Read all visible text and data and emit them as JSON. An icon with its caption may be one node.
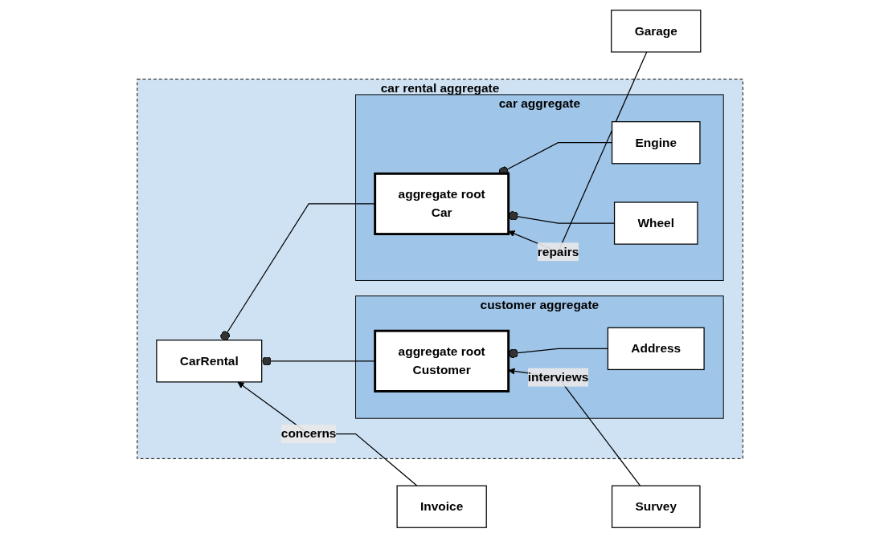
{
  "diagram": {
    "nodes": [
      {
        "text": [
          "car rental aggregate"
        ]
      },
      {
        "text": [
          "CarRental"
        ],
        "in": 0
      },
      {
        "text": [
          "car aggregate"
        ],
        "in": 0
      },
      {
        "text": [
          "aggregate root",
          "Car"
        ],
        "in": 2
      },
      {
        "text": [
          "Engine"
        ],
        "in": 2
      },
      {
        "text": [
          "Wheel"
        ],
        "in": 2
      },
      {
        "text": [
          "customer aggregate"
        ],
        "in": 0
      },
      {
        "text": [
          "aggregate root",
          "Customer"
        ],
        "in": 6
      },
      {
        "text": [
          "Address"
        ],
        "in": 6
      },
      {
        "text": [
          "Invoice"
        ]
      },
      {
        "text": [
          "Garage"
        ]
      },
      {
        "text": [
          "Survey"
        ]
      }
    ],
    "edges": [
      {
        "from": 3,
        "to": 1,
        "arrow": "other"
      },
      {
        "from": 7,
        "to": 1,
        "arrow": "other"
      },
      {
        "from": 4,
        "to": 3,
        "arrow": "other"
      },
      {
        "from": 5,
        "to": 3,
        "arrow": "other"
      },
      {
        "from": 8,
        "to": 7,
        "arrow": "other"
      },
      {
        "from": 9,
        "to": 1,
        "label": "concerns",
        "arrow": "to"
      },
      {
        "from": 10,
        "to": 3,
        "label": "repairs",
        "arrow": "to"
      },
      {
        "from": 11,
        "to": 7,
        "label": "interviews",
        "arrow": "to"
      }
    ]
  }
}
